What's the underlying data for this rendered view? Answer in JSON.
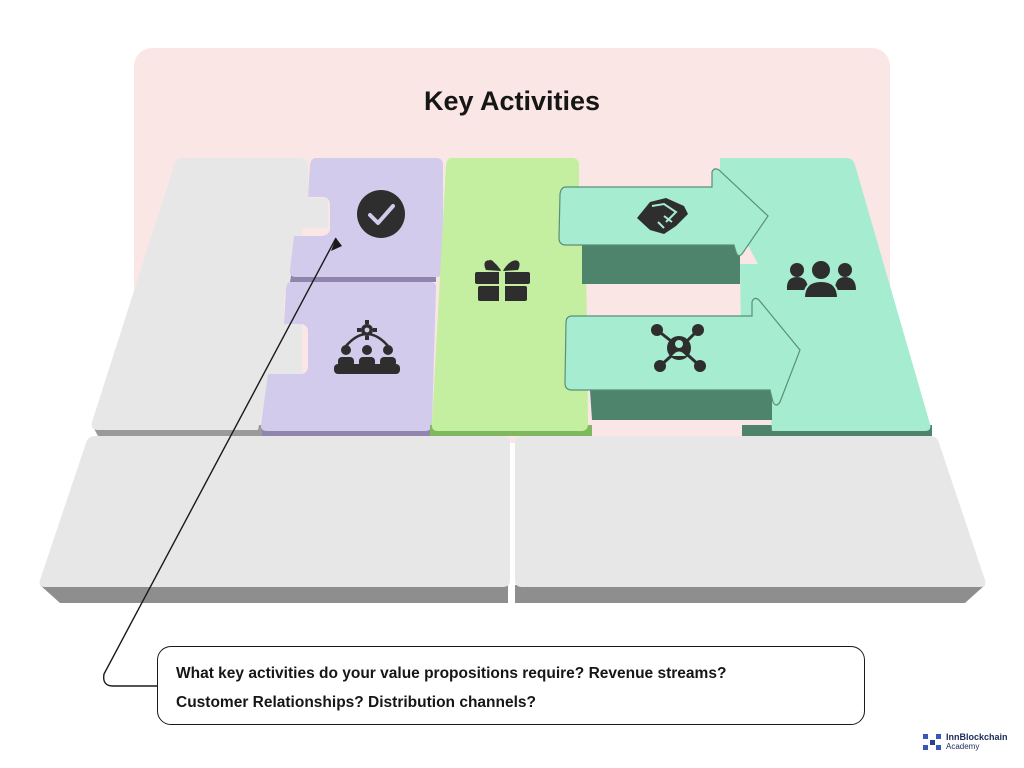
{
  "title": "Key Activities",
  "callout": {
    "line1": "What key activities do your value propositions require? Revenue streams?",
    "line2": "Customer Relationships? Distribution channels?"
  },
  "logo": {
    "brand": "InnBlockchain",
    "sub": "Academy",
    "icon": "network-mark-icon"
  },
  "colors": {
    "background_panel": "#fbe6e6",
    "gray_block": "#e7e7e7",
    "purple_block": "#d3cbec",
    "green_block": "#c4eea0",
    "teal_block": "#a5ecd0",
    "teal_dark": "#4f846c",
    "icon": "#2e2e2e"
  },
  "icons": {
    "key_activities": "check-circle-icon",
    "key_resources": "team-gear-icon",
    "value_proposition": "gift-icon",
    "customer_relationships": "handshake-icon",
    "channels": "network-hub-icon",
    "customer_segments": "people-group-icon"
  }
}
